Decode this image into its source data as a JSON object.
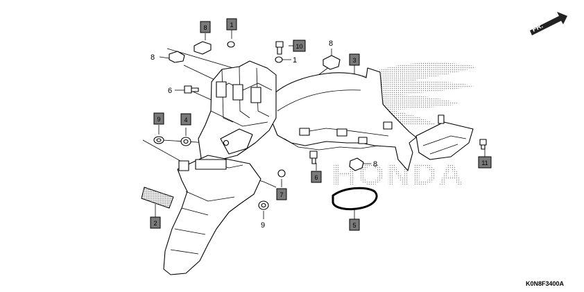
{
  "direction_arrow": {
    "label": "FR."
  },
  "diagram_code": "K0N8F3400A",
  "watermark": {
    "text": "HONDA",
    "logo_icon": "honda-wing-logo"
  },
  "callouts": [
    {
      "id": "boxed-1",
      "text": "1",
      "style": "boxed"
    },
    {
      "id": "boxed-8-top",
      "text": "8",
      "style": "boxed"
    },
    {
      "id": "plain-8-left",
      "text": "8",
      "style": "plain"
    },
    {
      "id": "boxed-10",
      "text": "10",
      "style": "boxed"
    },
    {
      "id": "plain-1-right",
      "text": "1",
      "style": "plain"
    },
    {
      "id": "plain-8-mid",
      "text": "8",
      "style": "plain"
    },
    {
      "id": "boxed-3",
      "text": "3",
      "style": "boxed"
    },
    {
      "id": "plain-6-left",
      "text": "6",
      "style": "plain"
    },
    {
      "id": "boxed-9",
      "text": "9",
      "style": "boxed"
    },
    {
      "id": "boxed-4",
      "text": "4",
      "style": "boxed"
    },
    {
      "id": "boxed-6",
      "text": "6",
      "style": "boxed"
    },
    {
      "id": "plain-8-right",
      "text": "8",
      "style": "plain"
    },
    {
      "id": "boxed-7",
      "text": "7",
      "style": "boxed"
    },
    {
      "id": "boxed-2",
      "text": "2",
      "style": "boxed"
    },
    {
      "id": "plain-9-bottom",
      "text": "9",
      "style": "plain"
    },
    {
      "id": "boxed-5",
      "text": "5",
      "style": "boxed"
    },
    {
      "id": "boxed-11",
      "text": "11",
      "style": "boxed"
    }
  ],
  "colors": {
    "box_fill": "#7a7a7a",
    "line": "#000000",
    "watermark": "#777777"
  }
}
